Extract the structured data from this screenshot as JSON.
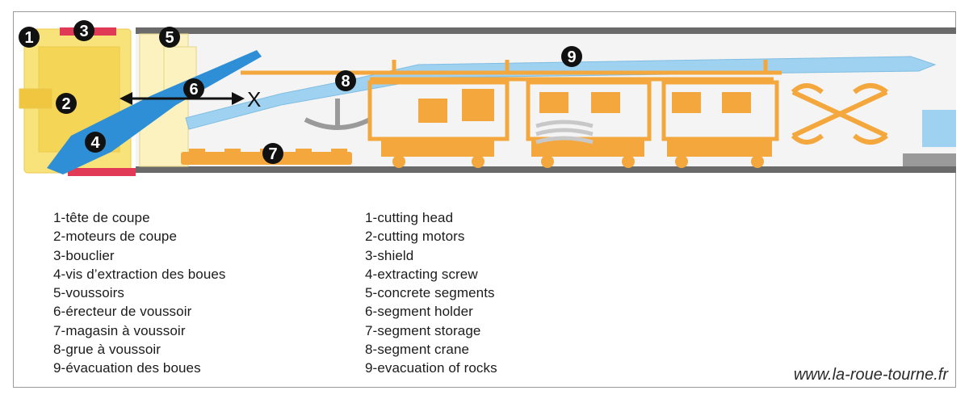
{
  "diagram": {
    "number_labels": [
      "1",
      "2",
      "3",
      "4",
      "5",
      "6",
      "7",
      "8",
      "9"
    ],
    "erector_end_label": "X"
  },
  "legend": {
    "french": [
      "1-tête de coupe",
      "2-moteurs de coupe",
      "3-bouclier",
      "4-vis d’extraction des boues",
      "5-voussoirs",
      "6-érecteur de voussoir",
      "7-magasin à voussoir",
      "8-grue à voussoir",
      "9-évacuation des boues"
    ],
    "english": [
      "1-cutting head",
      "2-cutting motors",
      "3-shield",
      "4-extracting screw",
      "5-concrete segments",
      "6-segment holder",
      "7-segment storage",
      "8-segment crane",
      "9-evacuation of rocks"
    ]
  },
  "website": "www.la-roue-tourne.fr",
  "colors": {
    "cutting_head": "#f8e27a",
    "shield": "#e03a57",
    "screw": "#2e8fd6",
    "conveyor": "#9fd2f0",
    "machinery": "#f3a73c",
    "tunnel_wall": "#6a6a6a",
    "segments": "#fbf2c0"
  }
}
